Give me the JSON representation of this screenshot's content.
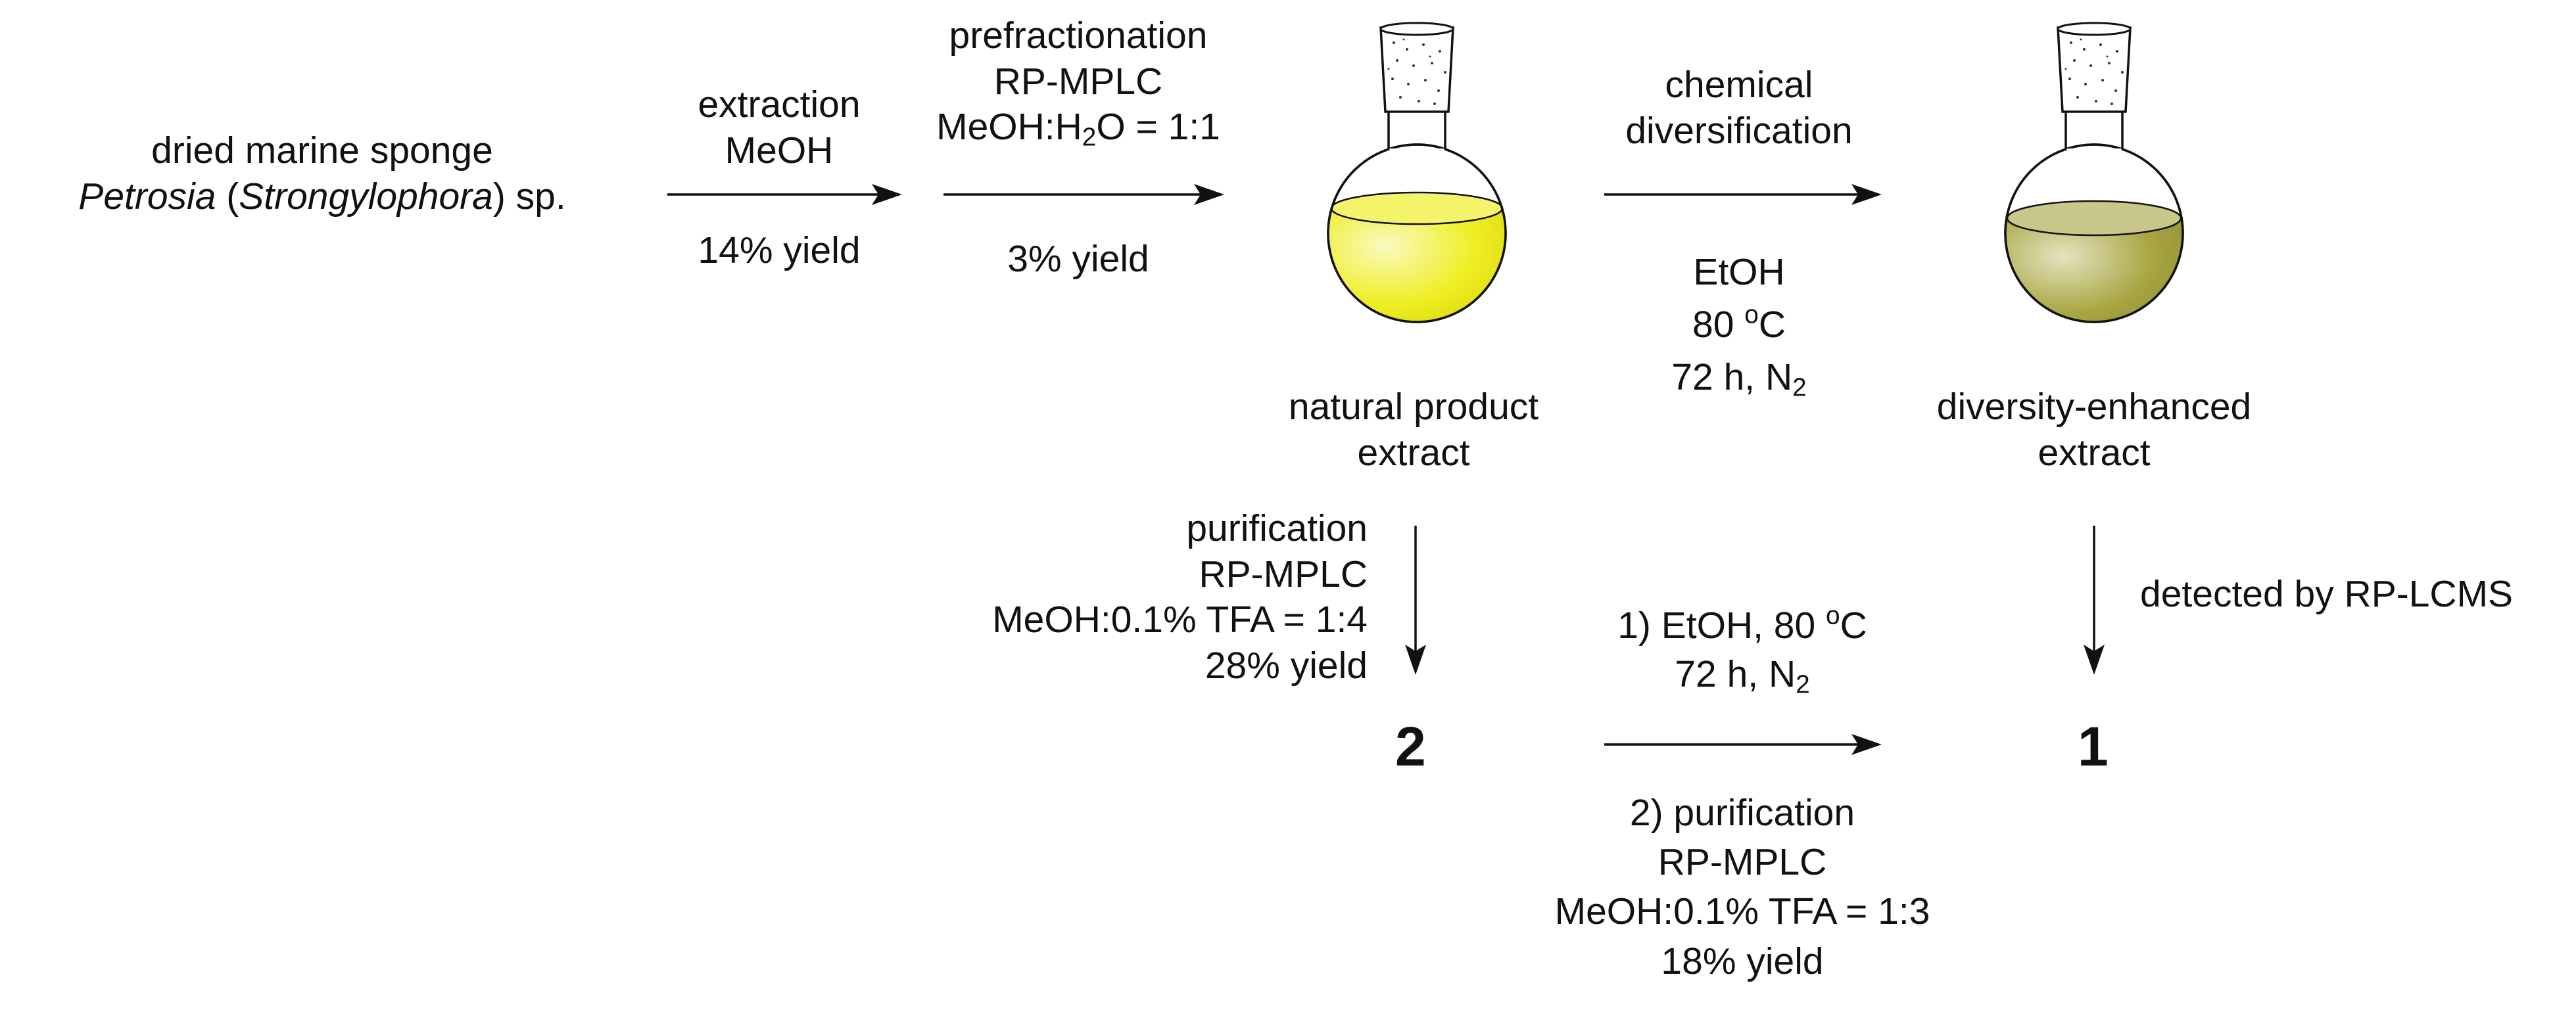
{
  "start": {
    "line1": "dried marine sponge",
    "genus": "Petrosia",
    "subgenus": "Strongylophora",
    "suffix": "sp."
  },
  "step_extraction": {
    "line1": "extraction",
    "line2": "MeOH",
    "yield": "14% yield"
  },
  "step_prefractionation": {
    "line1": "prefractionation",
    "line2": "RP-MPLC",
    "solvent_a": "MeOH:H",
    "solvent_sub": "2",
    "solvent_b": "O = 1:1",
    "yield": "3% yield"
  },
  "step_diversification": {
    "line1": "chemical",
    "line2": "diversification",
    "line3": "EtOH",
    "temp_num": "80 ",
    "temp_deg": "o",
    "temp_unit": "C",
    "time": "72 h, N",
    "time_sub": "2"
  },
  "natural_extract": {
    "line1": "natural product",
    "line2": "extract"
  },
  "diversity_extract": {
    "line1": "diversity-enhanced",
    "line2": "extract"
  },
  "step_purification_2": {
    "line1": "purification",
    "line2": "RP-MPLC",
    "line3": "MeOH:0.1% TFA = 1:4",
    "yield": "28% yield"
  },
  "step_conversion": {
    "line1_a": "1) EtOH, 80 ",
    "line1_deg": "o",
    "line1_b": "C",
    "line2": "72 h, N",
    "line2_sub": "2",
    "line3": "2) purification",
    "line4": "RP-MPLC",
    "line5": "MeOH:0.1% TFA = 1:3",
    "yield": "18% yield"
  },
  "detection": {
    "label": "detected by RP-LCMS"
  },
  "compounds": {
    "two": "2",
    "one": "1"
  },
  "colors": {
    "natural_liquid": "#eeee22",
    "natural_liquid_light": "#fafac0",
    "diversity_liquid": "#a8a642",
    "diversity_liquid_light": "#e4e3bf",
    "ink": "#111111"
  }
}
